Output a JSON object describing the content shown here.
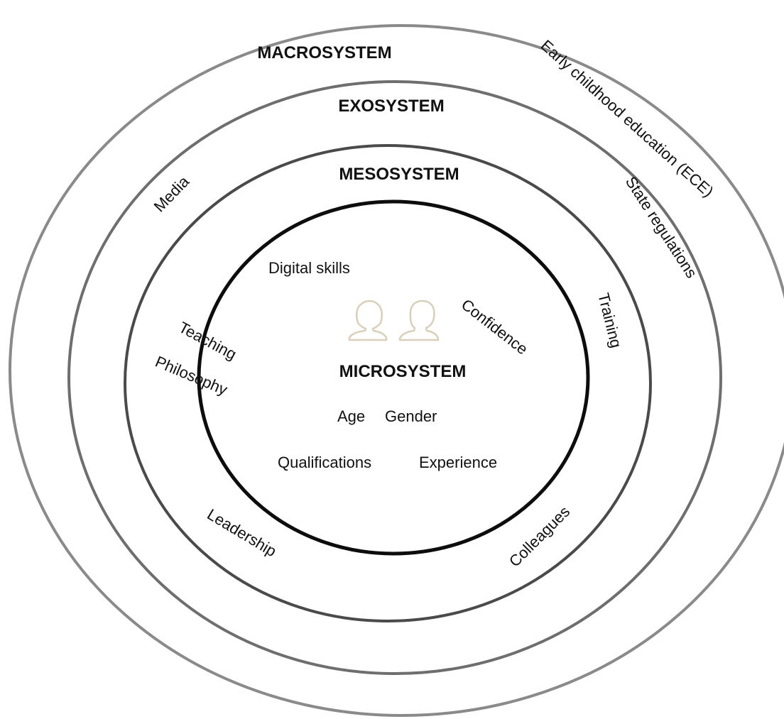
{
  "colors": {
    "macro_ring": "#8a8a8a",
    "exo_ring": "#6e6e6e",
    "meso_ring": "#4a4a4a",
    "micro_ring": "#0d0d0d",
    "person_icons": "#d8d0b8",
    "text": "#111111"
  },
  "systems": {
    "macrosystem": "MACROSYSTEM",
    "exosystem": "EXOSYSTEM",
    "mesosystem": "MESOSYSTEM",
    "microsystem": "MICROSYSTEM"
  },
  "macro_factors": {
    "ece": "Early childhood education (ECE)",
    "media": "Media"
  },
  "exo_factors": {
    "state_regulations": "State regulations"
  },
  "meso_factors": {
    "training": "Training",
    "teaching": "Teaching",
    "philosophy": "Philosophy",
    "leadership": "Leadership",
    "colleagues": "Colleagues",
    "confidence": "Confidence",
    "digital_skills": "Digital skills"
  },
  "micro_factors": {
    "age": "Age",
    "gender": "Gender",
    "qualifications": "Qualifications",
    "experience": "Experience"
  },
  "icons": [
    "female-person-icon",
    "male-person-icon"
  ]
}
